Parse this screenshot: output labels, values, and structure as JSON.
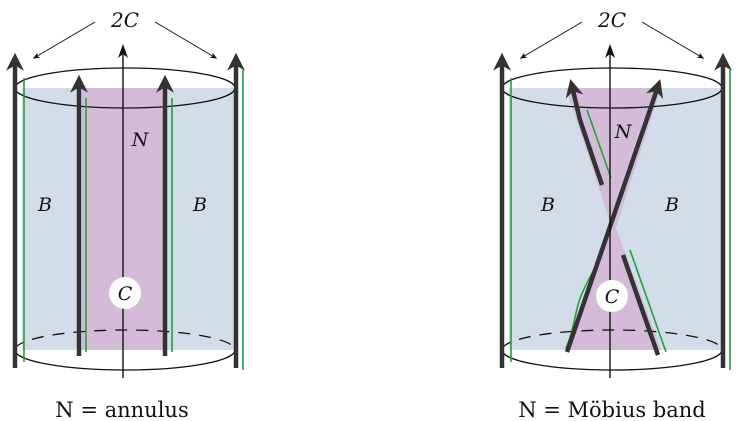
{
  "colors": {
    "region_B": "#d2dde9",
    "region_N": "#d4bcd8",
    "strand": "#333333",
    "green_offset": "#22a03a",
    "outline": "#111111"
  },
  "left": {
    "top_label": "2C",
    "region_N_label": "N",
    "region_B_left_label": "B",
    "region_B_right_label": "B",
    "core_label": "C",
    "caption": "N = annulus"
  },
  "right": {
    "top_label": "2C",
    "region_N_label": "N",
    "region_B_left_label": "B",
    "region_B_right_label": "B",
    "core_label": "C",
    "caption": "N = Möbius band"
  }
}
